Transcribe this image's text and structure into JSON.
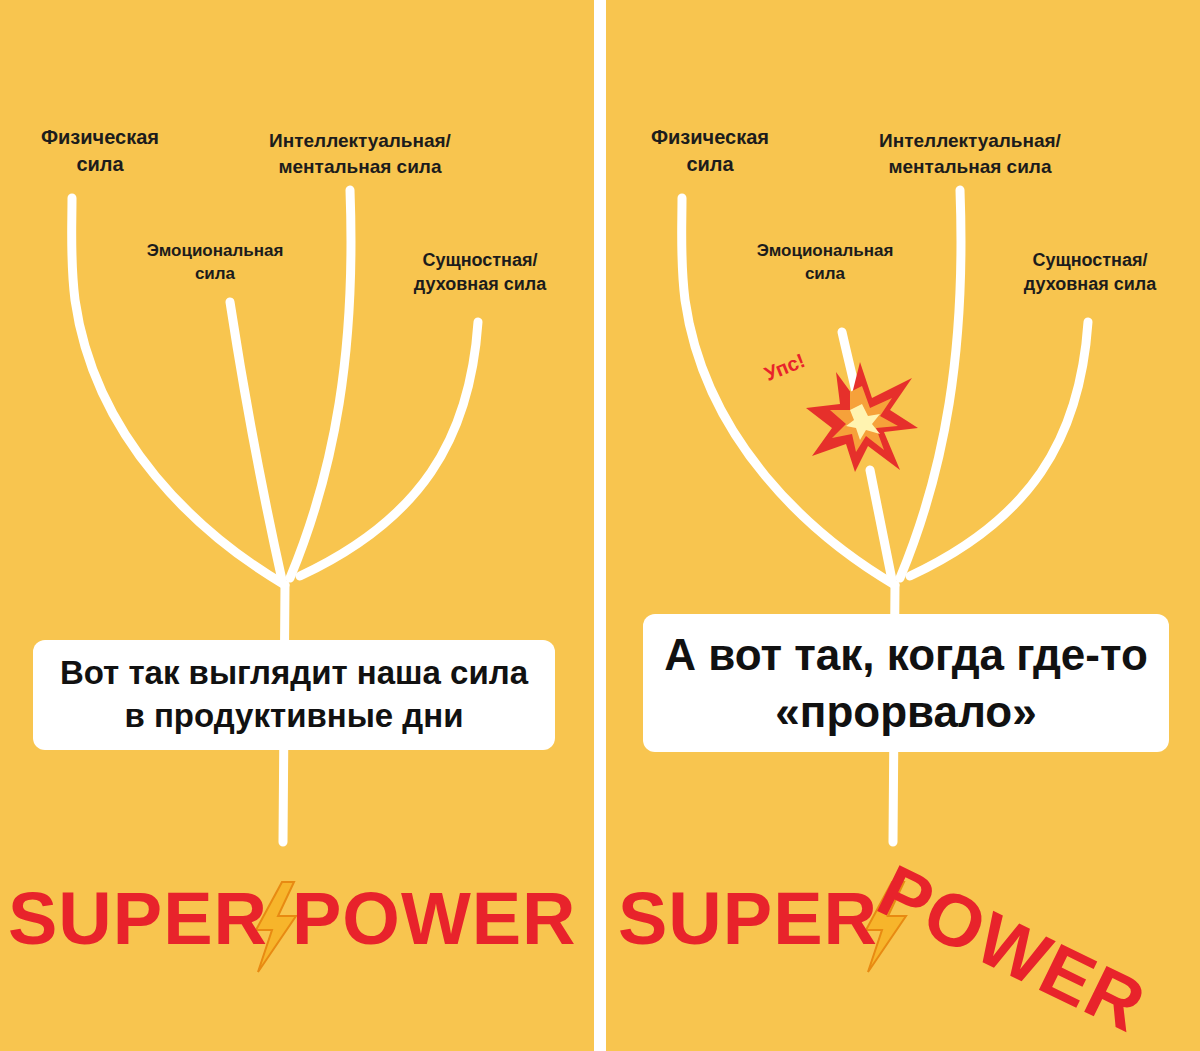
{
  "diagram": {
    "nodes": [
      {
        "text": [
          "Вот так выглядит наша сила в продуктивные дни"
        ]
      },
      {
        "text": [
          "А вот так, когда где-то «прорвало»"
        ]
      }
    ],
    "labels": [
      "Физическая сила",
      "Эмоциональная сила",
      "Интеллектуальная/ ментальная сила",
      "Сущностная/ духовная сила",
      "SUPER",
      "POWER",
      "Физическая сила",
      "Эмоциональная сила",
      "Интеллектуальная/ ментальная сила",
      "Сущностная/ духовная сила",
      "Упс!",
      "SUPER",
      "POWER"
    ]
  }
}
